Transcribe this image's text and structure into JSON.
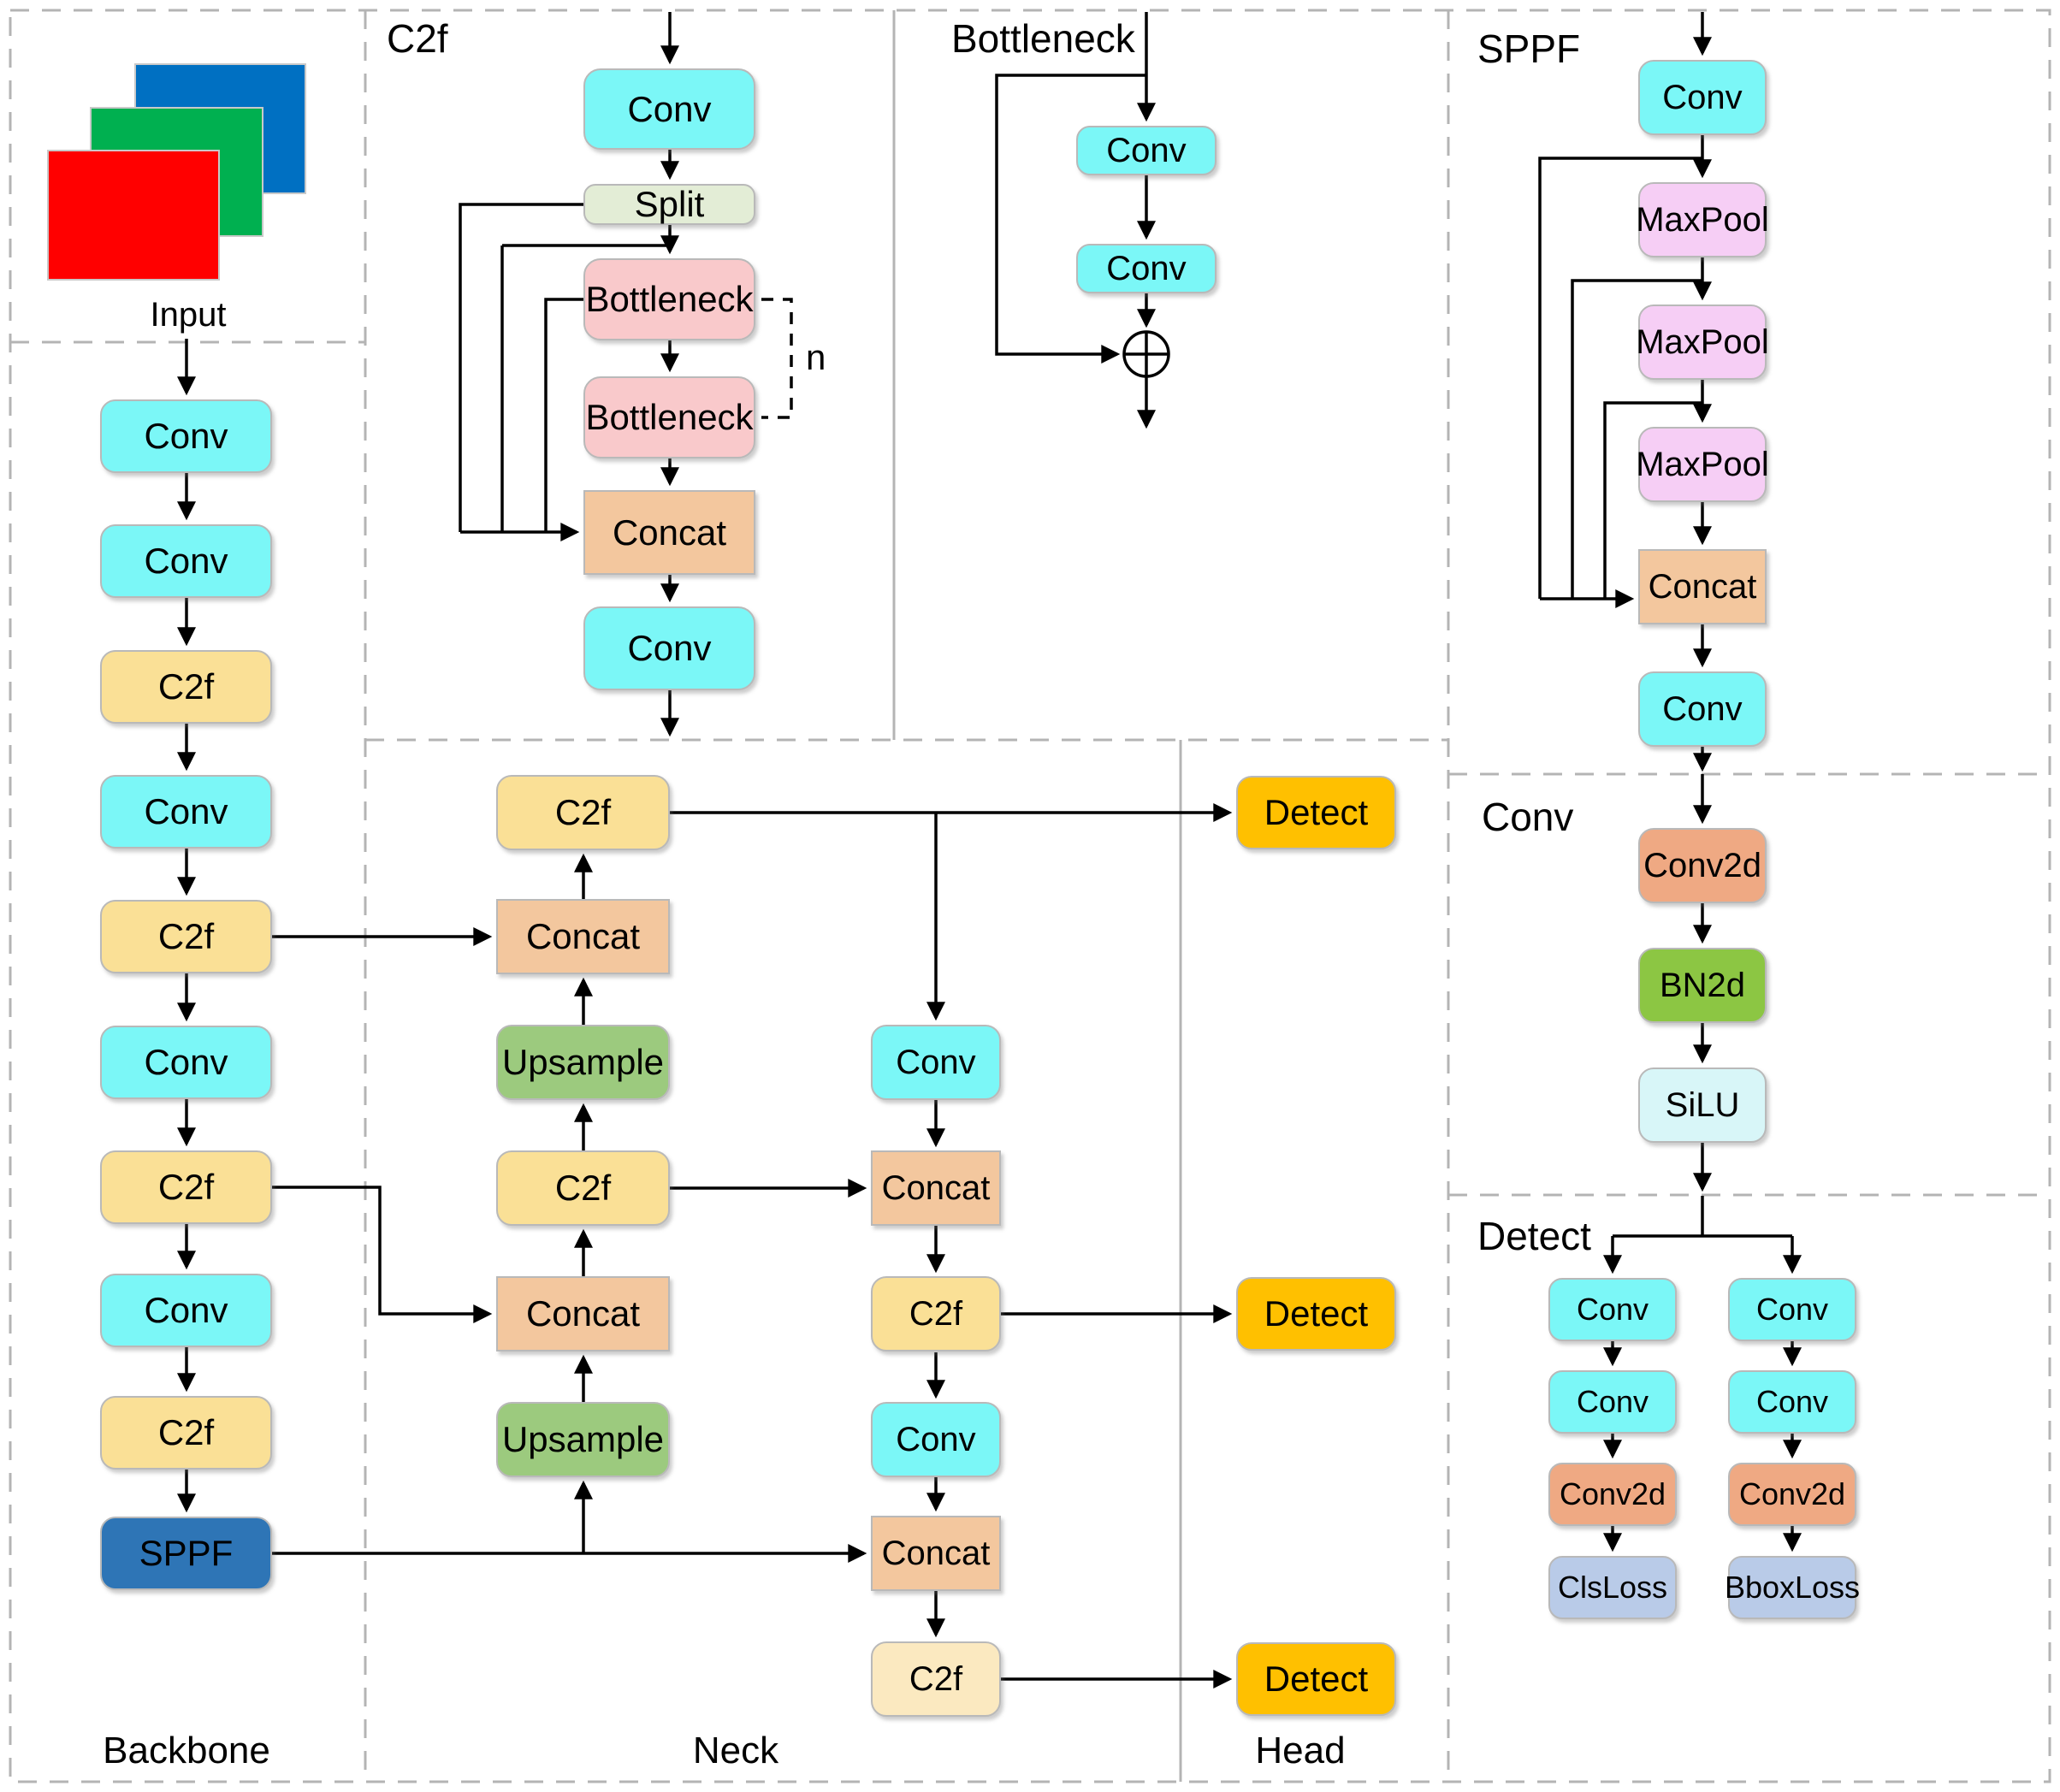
{
  "titles": {
    "c2f": "C2f",
    "bottleneck": "Bottleneck",
    "sppf": "SPPF",
    "conv": "Conv",
    "detect": "Detect"
  },
  "section_labels": {
    "input": "Input",
    "backbone": "Backbone",
    "neck": "Neck",
    "head": "Head"
  },
  "annotations": {
    "repeat": "n"
  },
  "colors": {
    "conv": "#7BF7F7",
    "c2f": "#FAE096",
    "c2f_light": "#FBE9C0",
    "split": "#E3EDD6",
    "bottleneck": "#F9C9CB",
    "concat": "#F3C79E",
    "sppf": "#2E75B6",
    "maxpool": "#F6CEF5",
    "conv2d": "#EFA983",
    "bn2d": "#8CC643",
    "silu": "#D8F6F8",
    "upsample": "#9CCA7E",
    "detect": "#FFC000",
    "loss": "#B9CBE8",
    "input_red": "#FF0000",
    "input_green": "#00B050",
    "input_blue": "#0070C2"
  },
  "nodes": {
    "backbone": [
      "Conv",
      "Conv",
      "C2f",
      "Conv",
      "C2f",
      "Conv",
      "C2f",
      "Conv",
      "C2f",
      "SPPF"
    ],
    "c2f_panel": [
      "Conv",
      "Split",
      "Bottleneck",
      "Bottleneck",
      "Concat",
      "Conv"
    ],
    "bottleneck_panel": [
      "Conv",
      "Conv"
    ],
    "sppf_panel": [
      "Conv",
      "MaxPool",
      "MaxPool",
      "MaxPool",
      "Concat",
      "Conv"
    ],
    "conv_panel": [
      "Conv2d",
      "BN2d",
      "SiLU"
    ],
    "detect_cls_branch": [
      "Conv",
      "Conv",
      "Conv2d",
      "ClsLoss"
    ],
    "detect_bbox_branch": [
      "Conv",
      "Conv",
      "Conv2d",
      "BboxLoss"
    ],
    "neck_left": [
      "C2f",
      "Concat",
      "Upsample",
      "C2f",
      "Concat",
      "Upsample"
    ],
    "neck_mid": [
      "Conv",
      "Concat",
      "C2f",
      "Conv",
      "Concat",
      "C2f"
    ],
    "head": [
      "Detect",
      "Detect",
      "Detect"
    ]
  }
}
